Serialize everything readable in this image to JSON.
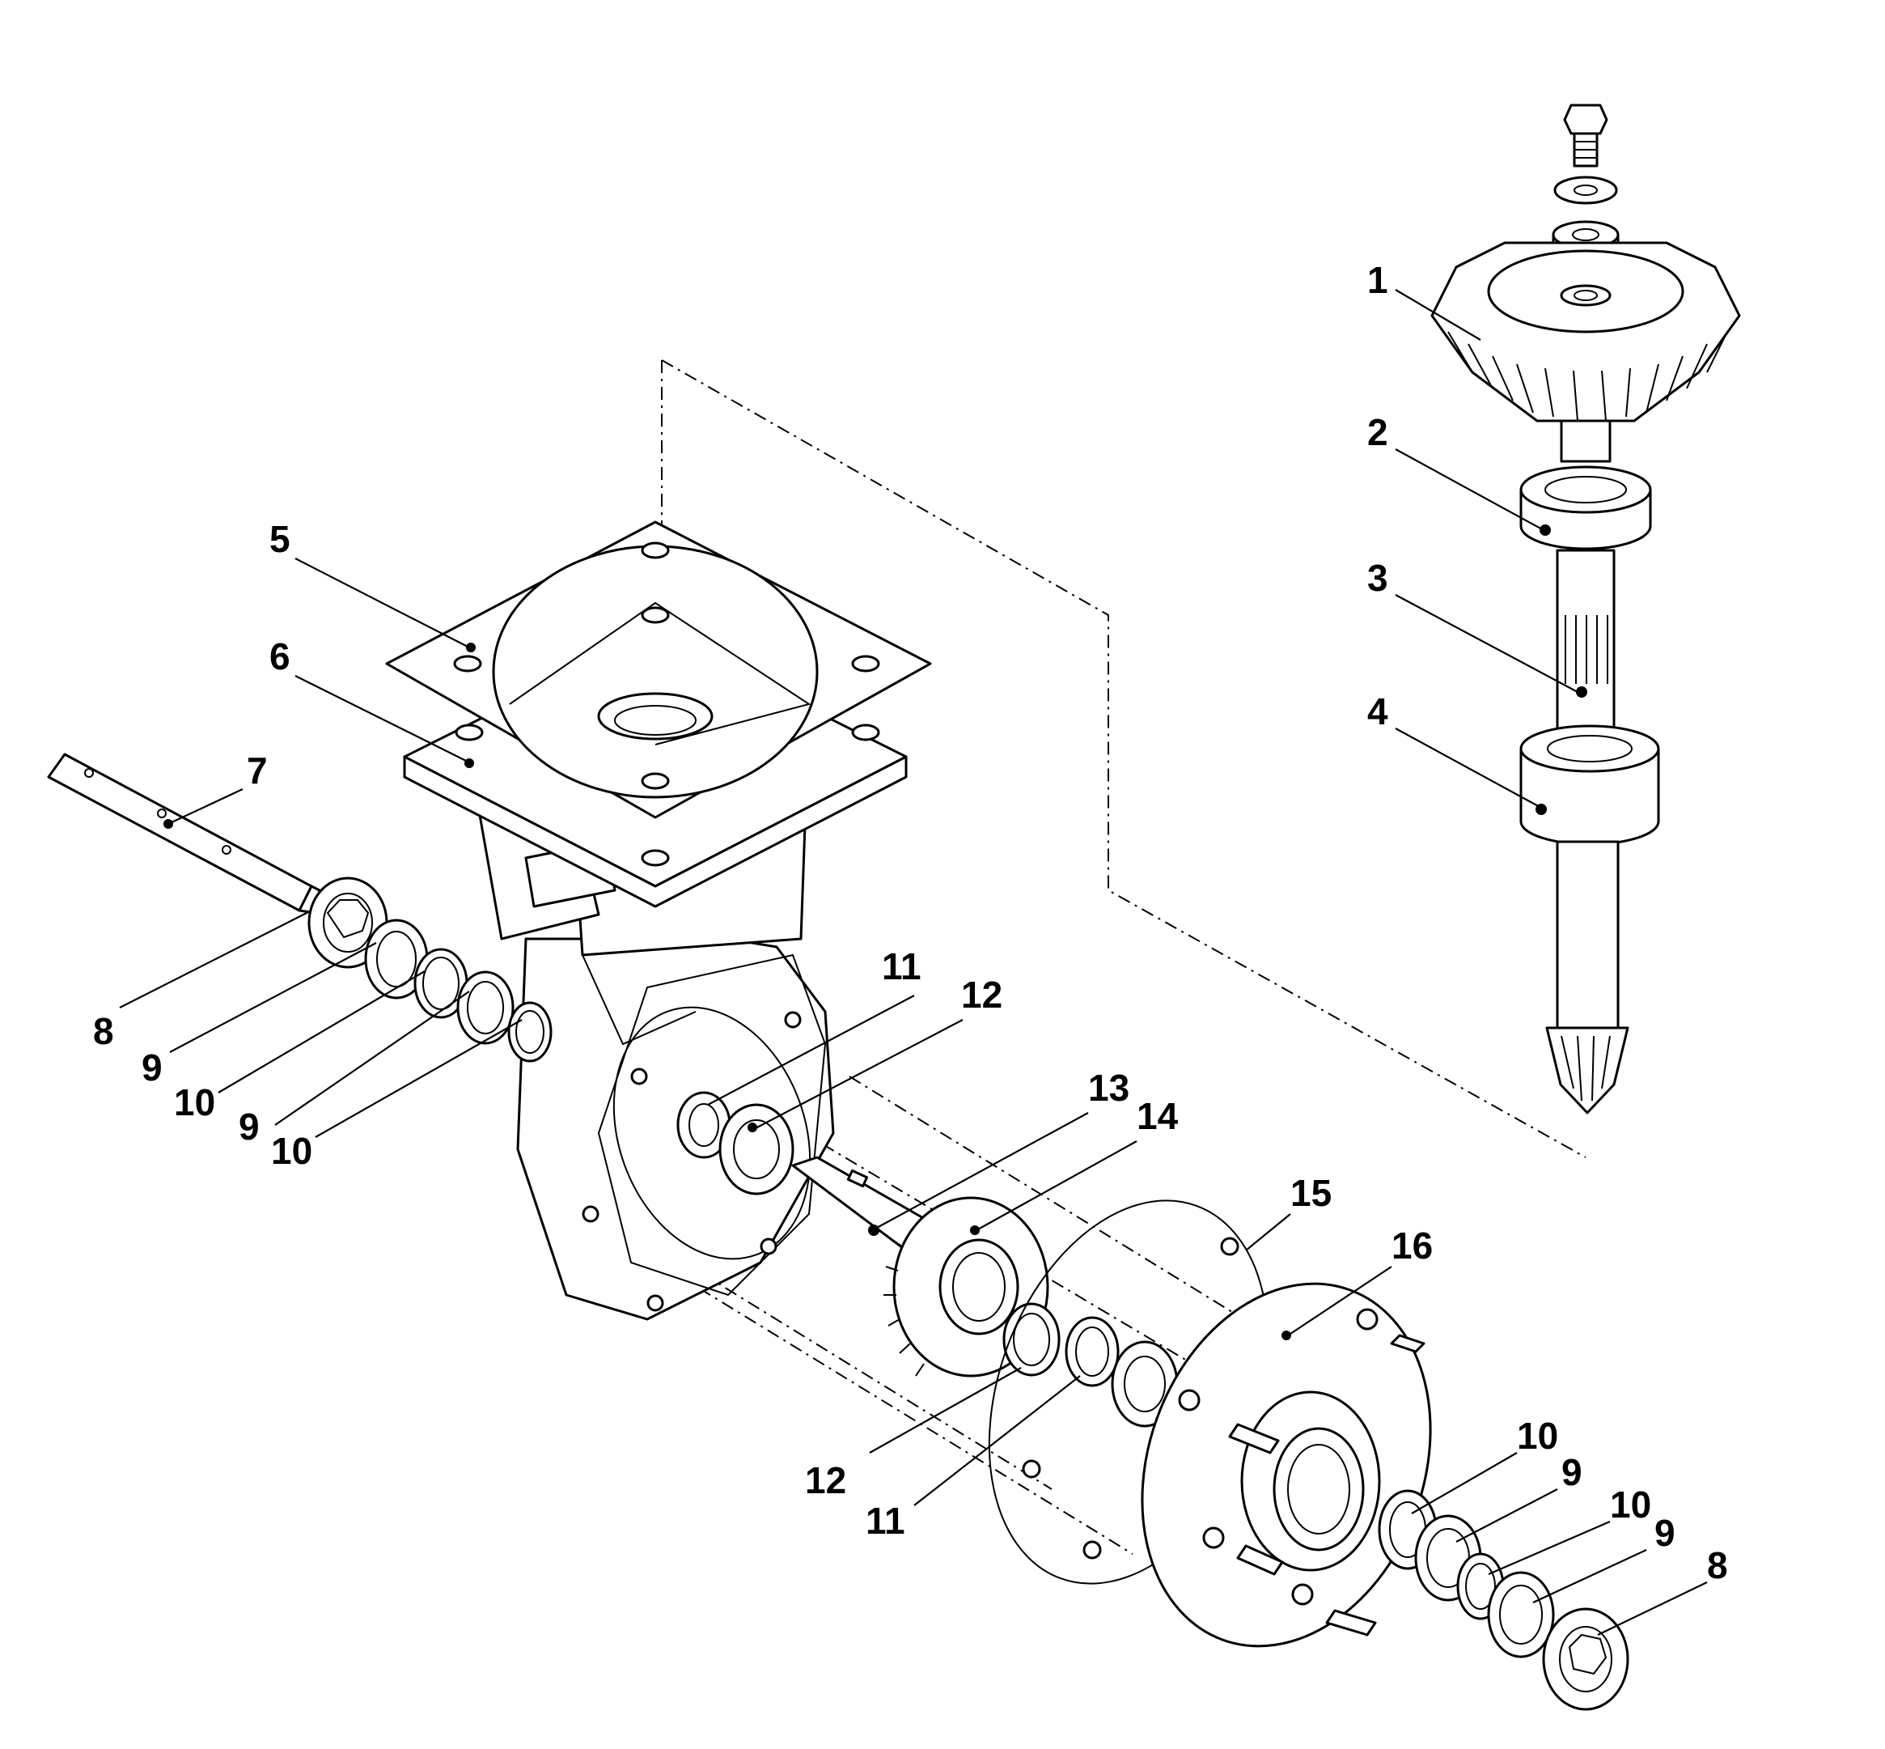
{
  "callouts": [
    {
      "id": "c1",
      "text": "1"
    },
    {
      "id": "c2",
      "text": "2"
    },
    {
      "id": "c3",
      "text": "3"
    },
    {
      "id": "c4",
      "text": "4"
    },
    {
      "id": "c5",
      "text": "5"
    },
    {
      "id": "c6",
      "text": "6"
    },
    {
      "id": "c7",
      "text": "7"
    },
    {
      "id": "c8a",
      "text": "8"
    },
    {
      "id": "c9a",
      "text": "9"
    },
    {
      "id": "c10a",
      "text": "10"
    },
    {
      "id": "c9b",
      "text": "9"
    },
    {
      "id": "c10b",
      "text": "10"
    },
    {
      "id": "c11a",
      "text": "11"
    },
    {
      "id": "c12a",
      "text": "12"
    },
    {
      "id": "c13",
      "text": "13"
    },
    {
      "id": "c14",
      "text": "14"
    },
    {
      "id": "c15",
      "text": "15"
    },
    {
      "id": "c16",
      "text": "16"
    },
    {
      "id": "c12b",
      "text": "12"
    },
    {
      "id": "c11b",
      "text": "11"
    },
    {
      "id": "c10c",
      "text": "10"
    },
    {
      "id": "c9c",
      "text": "9"
    },
    {
      "id": "c10d",
      "text": "10"
    },
    {
      "id": "c9d",
      "text": "9"
    },
    {
      "id": "c8b",
      "text": "8"
    }
  ]
}
